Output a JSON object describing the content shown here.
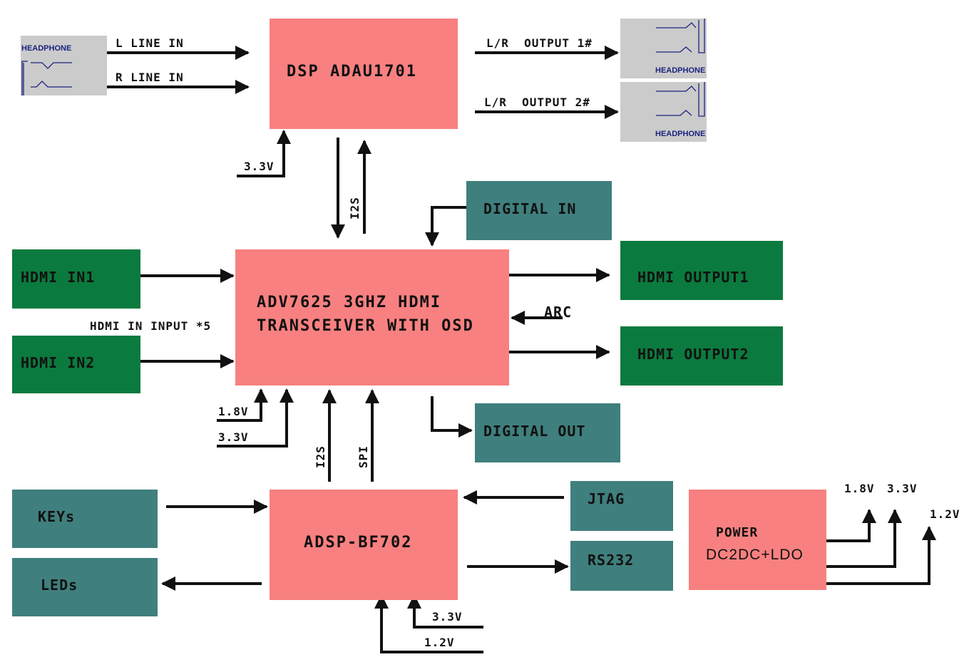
{
  "blocks": {
    "dsp": "DSP ADAU1701",
    "adv_line1": "ADV7625 3GHZ HDMI",
    "adv_line2": "TRANSCEIVER WITH OSD",
    "bf702": "ADSP-BF702",
    "power_line1": "POWER",
    "power_line2": "DC2DC+LDO",
    "hdmi_in1": "HDMI IN1",
    "hdmi_in2": "HDMI IN2",
    "hdmi_out1": "HDMI OUTPUT1",
    "hdmi_out2": "HDMI OUTPUT2",
    "digital_in": "DIGITAL IN",
    "digital_out": "DIGITAL OUT",
    "keys": "KEYs",
    "leds": "LEDs",
    "jtag": "JTAG",
    "rs232": "RS232",
    "headphone": "HEADPHONE"
  },
  "labels": {
    "l_line_in": "L LINE IN",
    "r_line_in": "R LINE IN",
    "output1": "L/R  OUTPUT 1#",
    "output2": "L/R  OUTPUT 2#",
    "dsp_33v": "3.3V",
    "i2s_top": "I2S",
    "hdmi_input_count": "HDMI IN INPUT *5",
    "arc": "ARC",
    "adv_18v": "1.8V",
    "adv_33v": "3.3V",
    "i2s_bottom": "I2S",
    "spi": "SPI",
    "bf_33v": "3.3V",
    "bf_12v": "1.2V",
    "pwr_18v": "1.8V",
    "pwr_33v": "3.3V",
    "pwr_12v": "1.2V"
  },
  "colors": {
    "processor": "#f88080",
    "hdmi_port": "#0b7a3e",
    "peripheral": "#3f7f7d",
    "headphone_jack": "#cbcbcb",
    "wire": "#111111",
    "jack_symbol": "#1a237e"
  }
}
